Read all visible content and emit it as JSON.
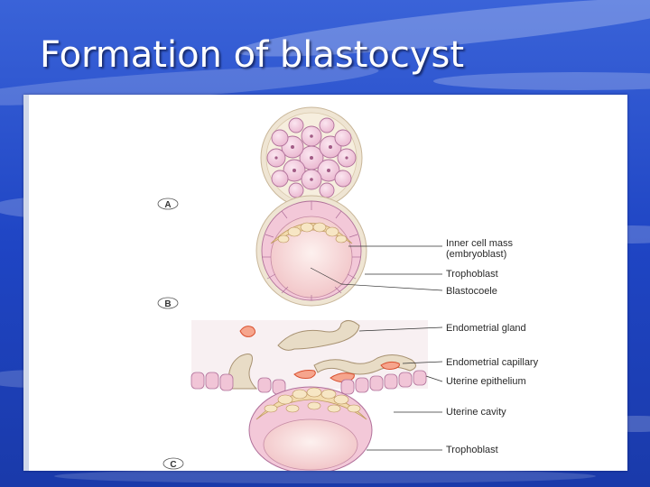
{
  "slide": {
    "title": "Formation of blastocyst"
  },
  "colors": {
    "background": "#1f45c4",
    "cell_pink": "#f2c6dc",
    "cell_outline": "#b0709a",
    "zona": "#efe2cf",
    "embryoblast": "#f3dcae",
    "cavity": "#f6d5d8",
    "gland": "#cdbfa6",
    "capillary": "#e05a3a"
  },
  "figure": {
    "panels": {
      "a": "A",
      "b": "B",
      "c": "C"
    },
    "labels": {
      "inner_cell_mass": "Inner cell mass",
      "embryoblast": "(embryoblast)",
      "trophoblast_b": "Trophoblast",
      "blastocoele": "Blastocoele",
      "endometrial_gland": "Endometrial gland",
      "endometrial_capillary": "Endometrial capillary",
      "uterine_epithelium": "Uterine epithelium",
      "uterine_cavity": "Uterine cavity",
      "trophoblast_c": "Trophoblast"
    }
  }
}
